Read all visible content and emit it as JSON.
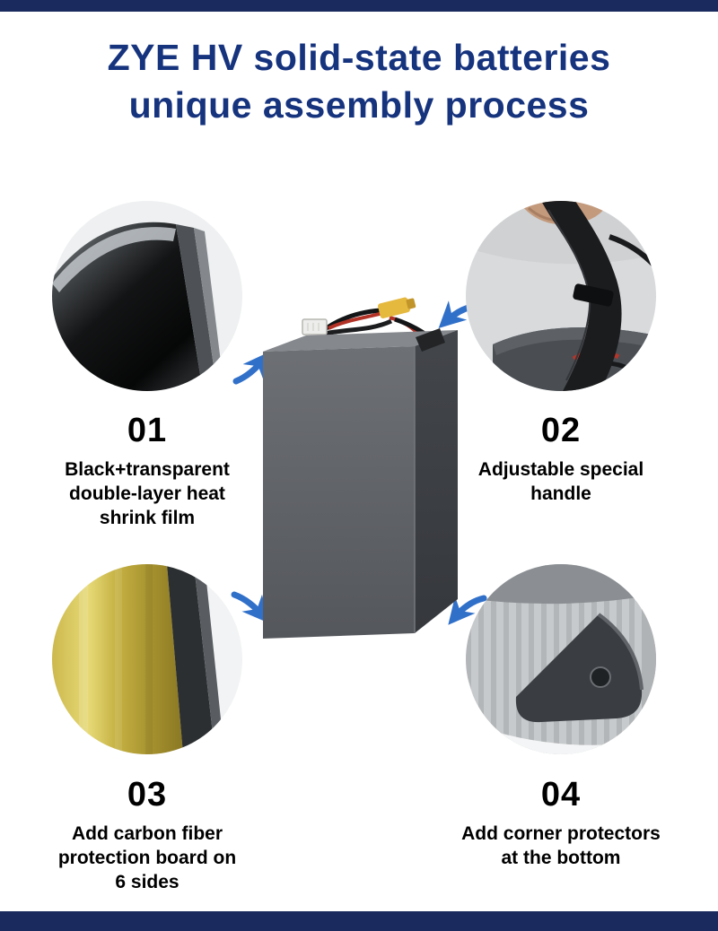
{
  "theme": {
    "background": "#ffffff",
    "title_color": "#16337e",
    "arrow_color": "#3170c9",
    "bar_color": "#1b2a5e",
    "text_color": "#000000"
  },
  "header": {
    "title": "ZYE HV solid-state batteries\nunique assembly process"
  },
  "illustration": {
    "subject": "dark gray solid-state battery pack with wiring harness and yellow connector"
  },
  "steps": [
    {
      "number": "01",
      "caption": "Black+transparent\ndouble-layer heat\nshrink film",
      "photo_alt": "close-up of black and transparent heat shrink film"
    },
    {
      "number": "02",
      "caption": "Adjustable special\nhandle",
      "photo_alt": "close-up of adjustable black carry handle strap"
    },
    {
      "number": "03",
      "caption": "Add carbon fiber\nprotection board on\n6 sides",
      "photo_alt": "close-up of yellow carbon fiber protection board"
    },
    {
      "number": "04",
      "caption": "Add corner protectors\nat the bottom",
      "photo_alt": "close-up of corner protector at the battery bottom"
    }
  ]
}
